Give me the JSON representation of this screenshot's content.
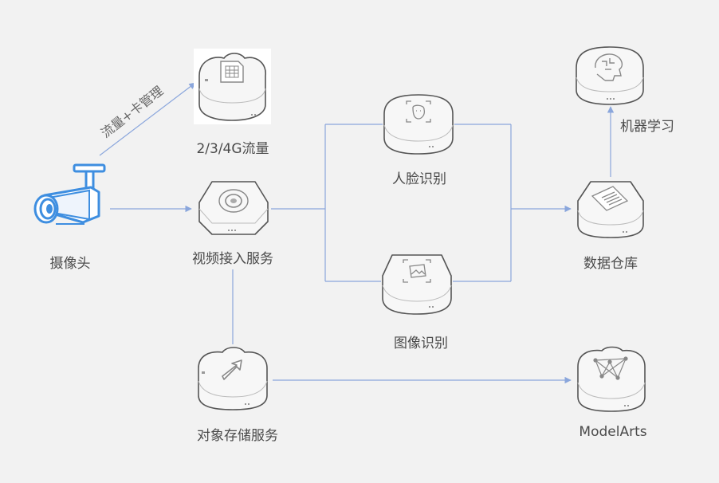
{
  "nodes": {
    "camera": {
      "label": "摄像头",
      "icon": "cctv-camera-icon"
    },
    "traffic": {
      "label": "2/3/4G流量",
      "icon": "sim-card-icon"
    },
    "video_access": {
      "label": "视频接入服务",
      "icon": "video-access-icon"
    },
    "face_recognition": {
      "label": "人脸识别",
      "icon": "face-scan-icon"
    },
    "image_recognition": {
      "label": "图像识别",
      "icon": "image-scan-icon"
    },
    "data_warehouse": {
      "label": "数据仓库",
      "icon": "data-document-icon"
    },
    "machine_learning": {
      "label": "机器学习",
      "icon": "brain-head-icon"
    },
    "object_storage": {
      "label": "对象存储服务",
      "icon": "upload-arrow-icon"
    },
    "modelarts": {
      "label": "ModelArts",
      "icon": "network-graph-icon"
    }
  },
  "edges": {
    "camera_to_traffic_label": "流量+卡管理"
  },
  "colors": {
    "connector": "#8aa6dc",
    "label": "#4a4a4a",
    "background": "#f2f2f2",
    "camera_blue": "#3e8ee0"
  }
}
